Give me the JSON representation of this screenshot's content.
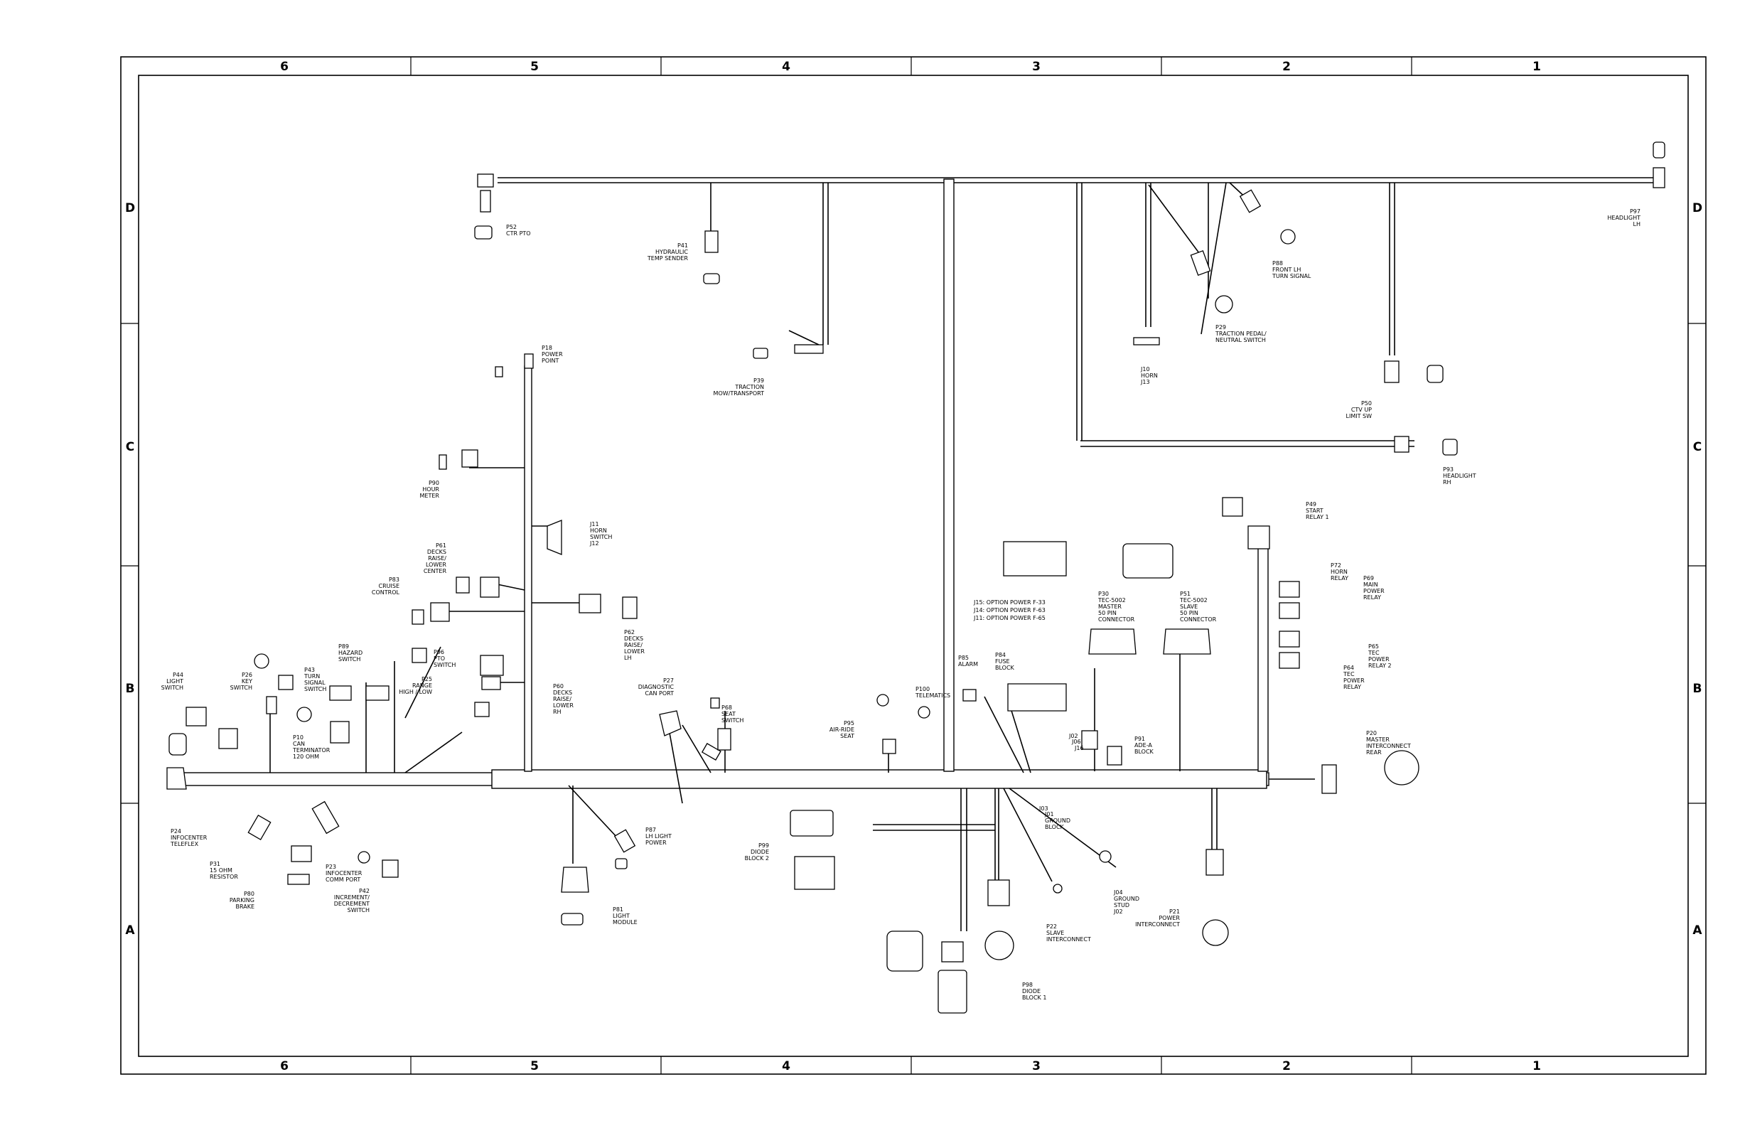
{
  "border": {
    "columns": [
      "6",
      "5",
      "4",
      "3",
      "2",
      "1"
    ],
    "rows": [
      "D",
      "C",
      "B",
      "A"
    ]
  },
  "option_power_note": [
    "J15: OPTION POWER F-33",
    "J14: OPTION POWER F-63",
    "J11: OPTION POWER F-65"
  ],
  "labels": {
    "p52": [
      "P52",
      "CTR PTO"
    ],
    "p41": [
      "P41",
      "HYDRAULIC",
      "TEMP SENDER"
    ],
    "p39": [
      "P39",
      "TRACTION",
      "MOW/TRANSPORT"
    ],
    "p18": [
      "P18",
      "POWER",
      "POINT"
    ],
    "p88": [
      "P88",
      "FRONT LH",
      "TURN SIGNAL"
    ],
    "p29": [
      "P29",
      "TRACTION PEDAL/",
      "NEUTRAL SWITCH"
    ],
    "j10": [
      "J10",
      "HORN",
      "J13"
    ],
    "p50": [
      "P50",
      "CTV UP",
      "LIMIT SW"
    ],
    "p97": [
      "P97",
      "HEADLIGHT",
      "LH"
    ],
    "p93": [
      "P93",
      "HEADLIGHT",
      "RH"
    ],
    "p90": [
      "P90",
      "HOUR",
      "METER"
    ],
    "j11": [
      "J11",
      "HORN",
      "SWITCH",
      "J12"
    ],
    "p61": [
      "P61",
      "DECKS",
      "RAISE/",
      "LOWER",
      "CENTER"
    ],
    "p83": [
      "P83",
      "CRUISE",
      "CONTROL"
    ],
    "p62": [
      "P62",
      "DECKS",
      "RAISE/",
      "LOWER",
      "LH"
    ],
    "p60": [
      "P60",
      "DECKS",
      "RAISE/",
      "LOWER",
      "RH"
    ],
    "p44": [
      "P44",
      "LIGHT",
      "SWITCH"
    ],
    "p26": [
      "P26",
      "KEY",
      "SWITCH"
    ],
    "p43": [
      "P43",
      "TURN",
      "SIGNAL",
      "SWITCH"
    ],
    "p89": [
      "P89",
      "HAZARD",
      "SWITCH"
    ],
    "p96": [
      "P96",
      "PTO",
      "SWITCH"
    ],
    "p25": [
      "P25",
      "RANGE",
      "HIGH / LOW"
    ],
    "p10": [
      "P10",
      "CAN",
      "TERMINATOR",
      "120 OHM"
    ],
    "p24": [
      "P24",
      "INFOCENTER",
      "TELEFLEX"
    ],
    "p31": [
      "P31",
      "15 OHM",
      "RESISTOR"
    ],
    "p80": [
      "P80",
      "PARKING",
      "BRAKE"
    ],
    "p23": [
      "P23",
      "INFOCENTER",
      "COMM PORT"
    ],
    "p42": [
      "P42",
      "INCREMENT/",
      "DECREMENT",
      "SWITCH"
    ],
    "p27": [
      "P27",
      "DIAGNOSTIC",
      "CAN PORT"
    ],
    "p68": [
      "P68",
      "SEAT",
      "SWITCH"
    ],
    "p87": [
      "P87",
      "LH LIGHT",
      "POWER"
    ],
    "p81": [
      "P81",
      "LIGHT",
      "MODULE"
    ],
    "p99": [
      "P99",
      "DIODE",
      "BLOCK 2"
    ],
    "p85": [
      "P85",
      "ALARM"
    ],
    "p84": [
      "P84",
      "FUSE",
      "BLOCK"
    ],
    "p100": [
      "P100",
      "TELEMATICS"
    ],
    "p95": [
      "P95",
      "AIR-RIDE",
      "SEAT"
    ],
    "p30": [
      "P30",
      "TEC-5002",
      "MASTER",
      "50 PIN",
      "CONNECTOR"
    ],
    "p51": [
      "P51",
      "TEC-5002",
      "SLAVE",
      "50 PIN",
      "CONNECTOR"
    ],
    "p49": [
      "P49",
      "START",
      "RELAY 1"
    ],
    "p72": [
      "P72",
      "HORN",
      "RELAY"
    ],
    "p69": [
      "P69",
      "MAIN",
      "POWER",
      "RELAY"
    ],
    "p65": [
      "P65",
      "TEC",
      "POWER",
      "RELAY 2"
    ],
    "p64": [
      "P64",
      "TEC",
      "POWER",
      "RELAY"
    ],
    "p20": [
      "P20",
      "MASTER",
      "INTERCONNECT",
      "REAR"
    ],
    "p91": [
      "P91",
      "ADE-A",
      "BLOCK"
    ],
    "j01": [
      "J01",
      "GROUND",
      "BLOCK"
    ],
    "j16": [
      "J16"
    ],
    "j06": [
      "J06"
    ],
    "j02": [
      "J02"
    ],
    "j03": [
      "J03"
    ],
    "j04": [
      "J04",
      "GROUND",
      "STUD",
      "J02"
    ],
    "p22": [
      "P22",
      "SLAVE",
      "INTERCONNECT"
    ],
    "p98": [
      "P98",
      "DIODE",
      "BLOCK 1"
    ],
    "p21": [
      "P21",
      "POWER",
      "INTERCONNECT"
    ]
  }
}
